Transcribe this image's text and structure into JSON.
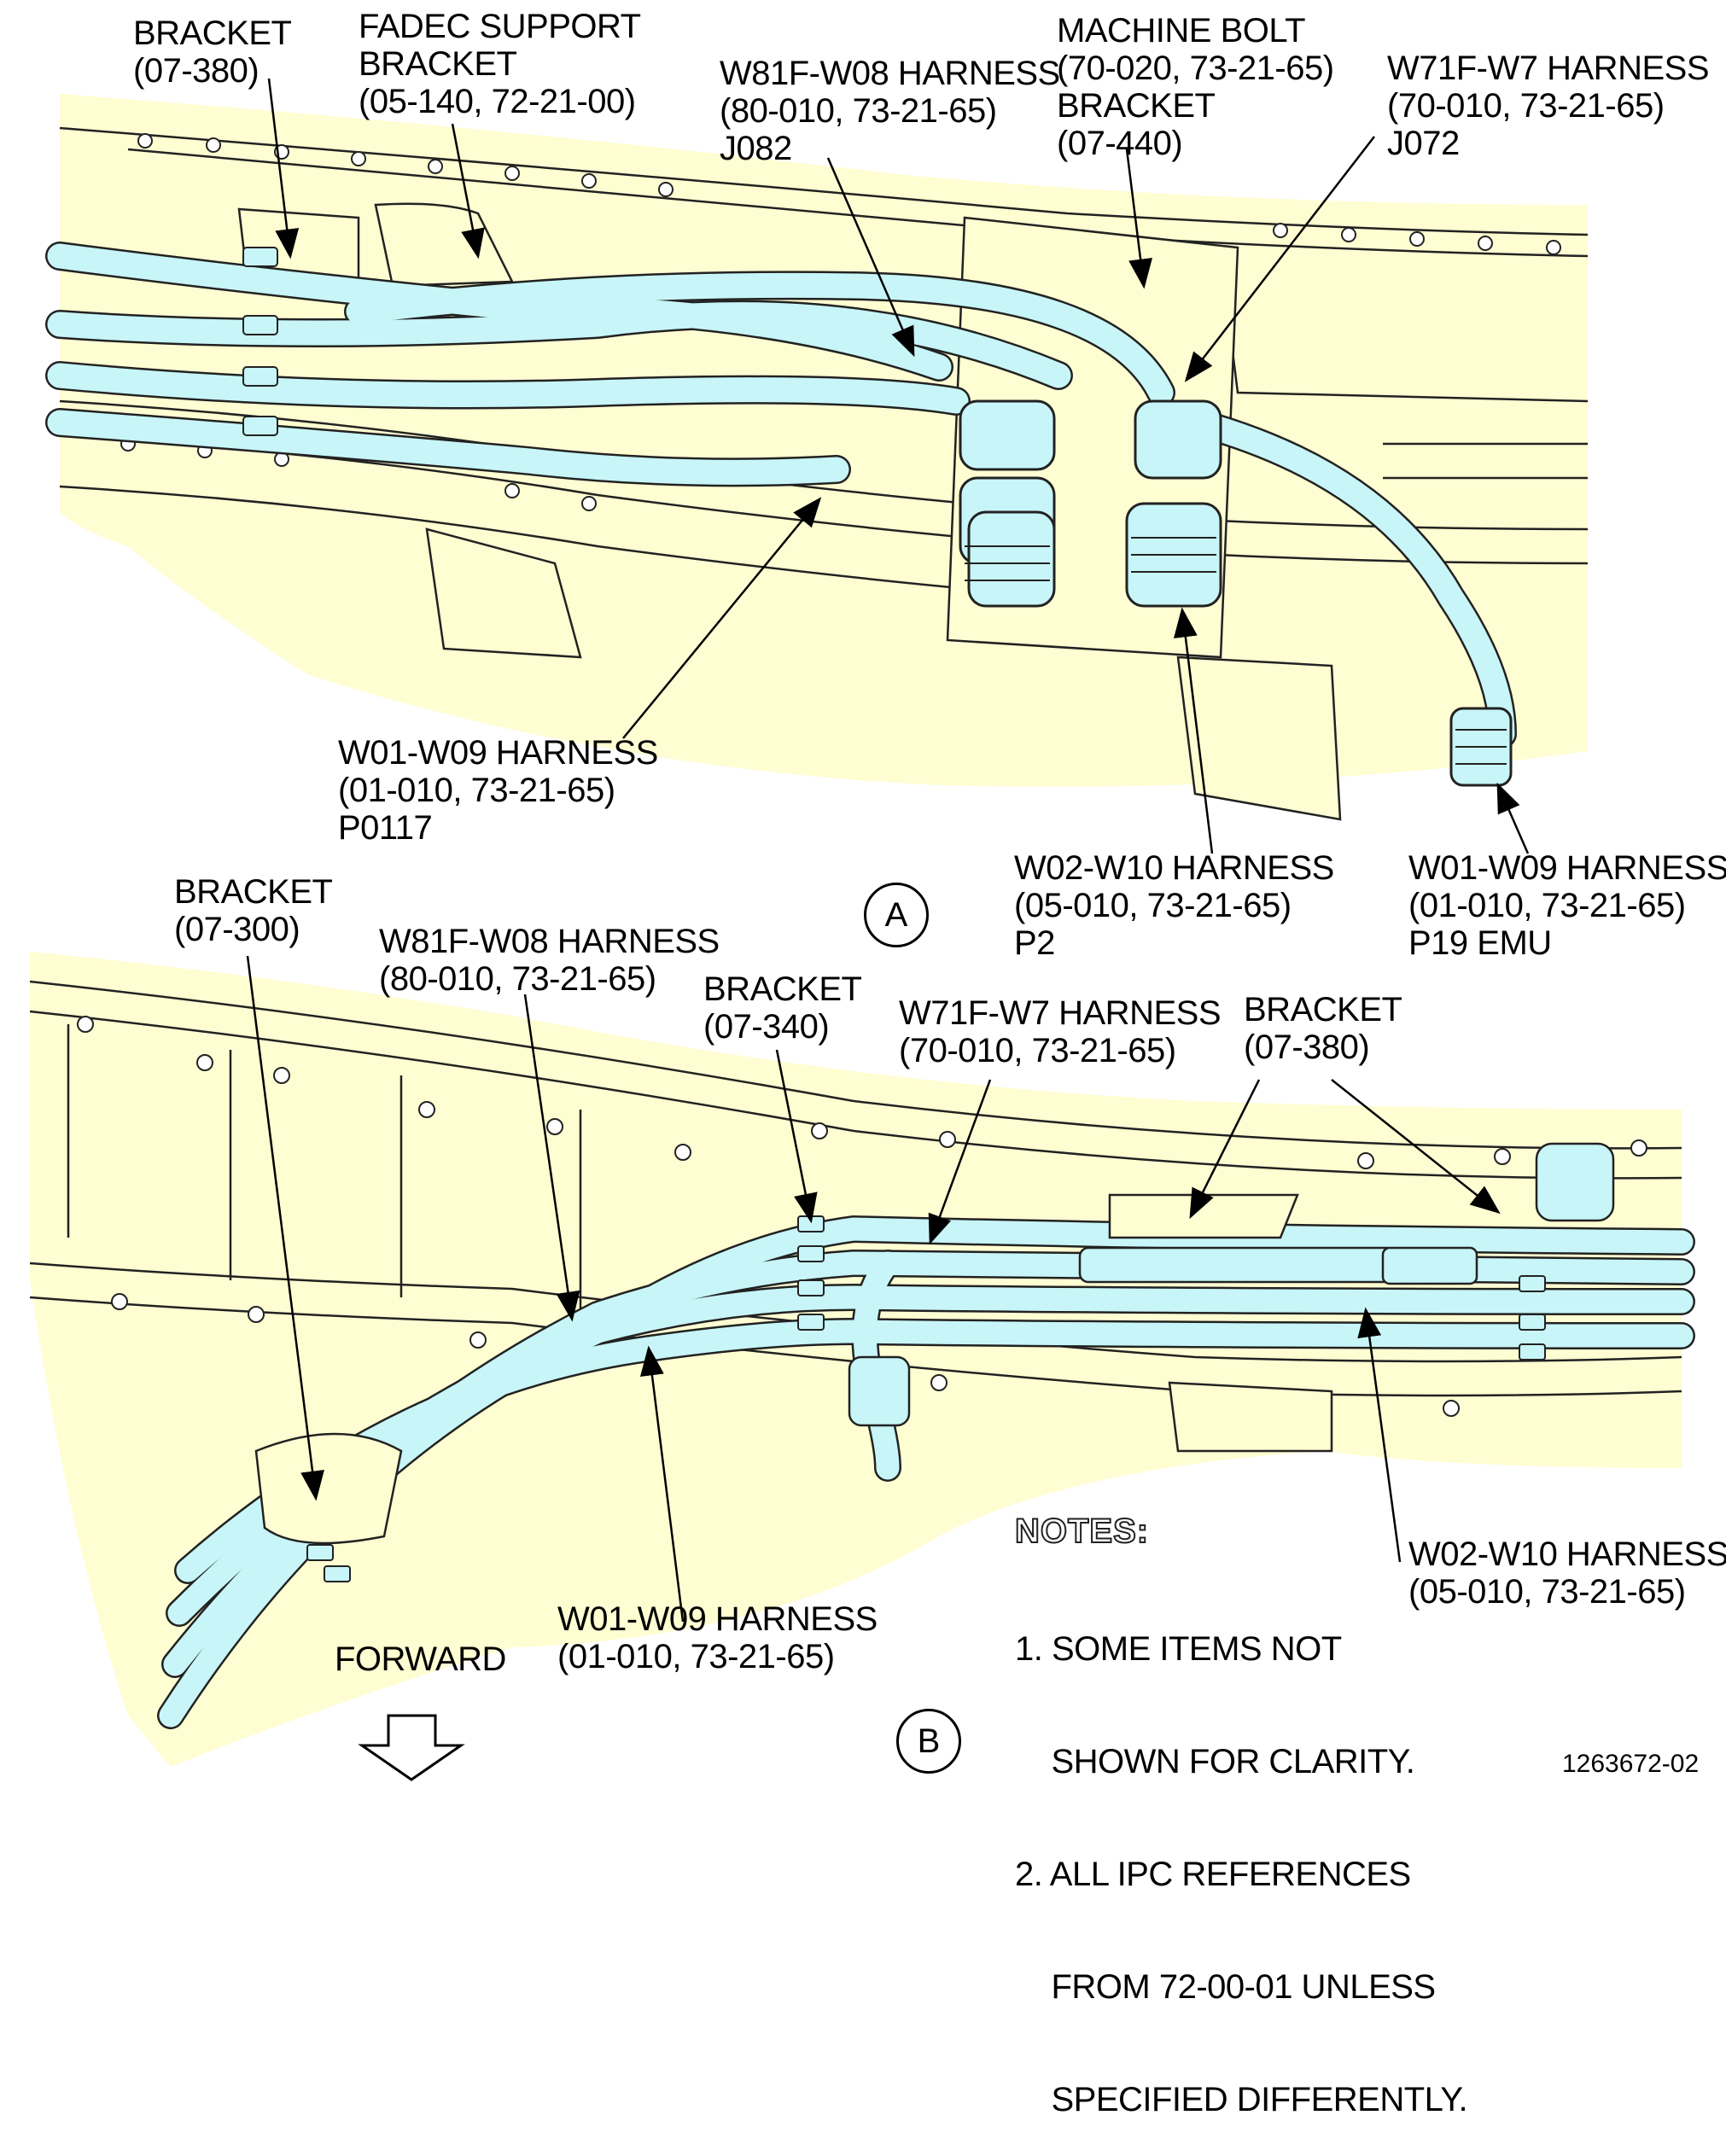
{
  "colors": {
    "background_fill": "#FFFDD2",
    "harness": "#C8F5F7",
    "linework": "#222222"
  },
  "view_a": {
    "marker": "A",
    "labels": {
      "bracket_380": [
        "BRACKET",
        "(07-380)"
      ],
      "fadec": [
        "FADEC SUPPORT",
        "BRACKET",
        "(05-140, 72-21-00)"
      ],
      "w81f": [
        "W81F-W08 HARNESS",
        "(80-010, 73-21-65)",
        "J082"
      ],
      "machine_bolt": [
        "MACHINE BOLT",
        "(70-020, 73-21-65)",
        "BRACKET",
        "(07-440)"
      ],
      "w71f": [
        "W71F-W7 HARNESS",
        "(70-010, 73-21-65)",
        "J072"
      ],
      "w01_p0117": [
        "W01-W09 HARNESS",
        "(01-010, 73-21-65)",
        "P0117"
      ],
      "w02_p2": [
        "W02-W10 HARNESS",
        "(05-010, 73-21-65)",
        "P2"
      ],
      "w01_p19": [
        "W01-W09 HARNESS",
        "(01-010, 73-21-65)",
        "P19 EMU"
      ]
    }
  },
  "view_b": {
    "marker": "B",
    "labels": {
      "bracket_300": [
        "BRACKET",
        "(07-300)"
      ],
      "w81f": [
        "W81F-W08 HARNESS",
        "(80-010, 73-21-65)"
      ],
      "bracket_340": [
        "BRACKET",
        "(07-340)"
      ],
      "w71f": [
        "W71F-W7 HARNESS",
        "(70-010, 73-21-65)"
      ],
      "bracket_380": [
        "BRACKET",
        "(07-380)"
      ],
      "w02": [
        "W02-W10 HARNESS",
        "(05-010, 73-21-65)"
      ],
      "w01": [
        "W01-W09 HARNESS",
        "(01-010, 73-21-65)"
      ],
      "forward": "FORWARD"
    }
  },
  "notes": {
    "title": "NOTES:",
    "items": [
      "1. SOME ITEMS NOT",
      "    SHOWN FOR CLARITY.",
      "2. ALL IPC REFERENCES",
      "    FROM 72-00-01 UNLESS",
      "    SPECIFIED DIFFERENTLY."
    ]
  },
  "figure_id": "1263672-02"
}
